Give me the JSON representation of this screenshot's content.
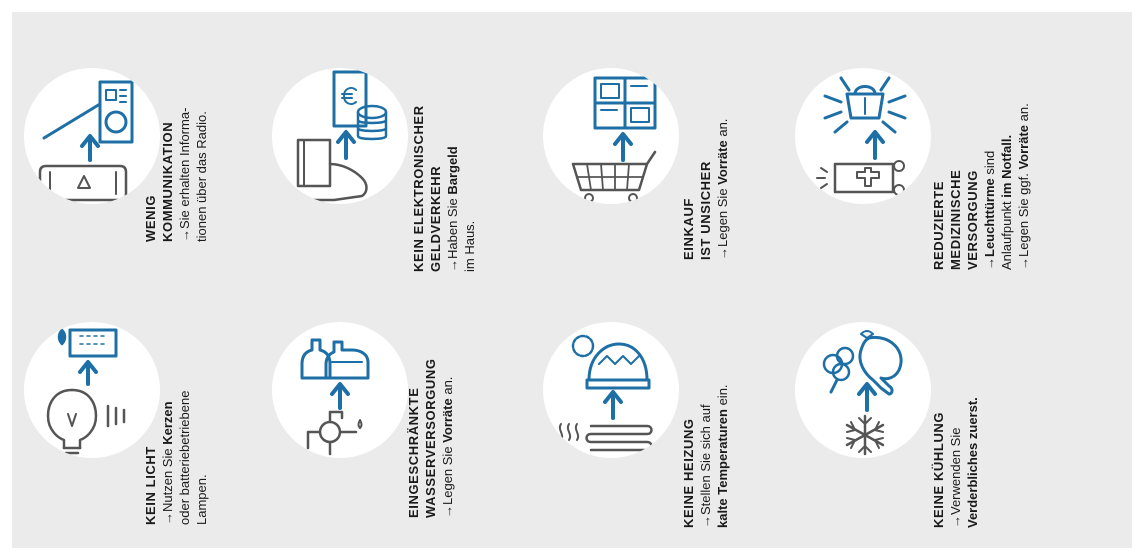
{
  "colors": {
    "background": "#ebebeb",
    "circle": "#ffffff",
    "icon_accent": "#1e6fa6",
    "icon_line": "#555555",
    "text": "#1a1a1a"
  },
  "arrow": "→",
  "items": [
    {
      "icon": "lightbulb-candle-icon",
      "title": "KEIN LICHT",
      "l1_a": "Nutzen Sie ",
      "l1_b": "Kerzen",
      "l1_c": "",
      "l2_a": "oder batteriebetriebene",
      "l2_b": "",
      "l2_c": "",
      "l3_a": "Lampen.",
      "l3_b": "",
      "l3_c": ""
    },
    {
      "icon": "water-pump-bottles-icon",
      "title": "EINGESCHRÄNKTE",
      "title2": "WASSERVERSORGUNG",
      "l1_a": "Legen Sie ",
      "l1_b": "Vorräte",
      "l1_c": " an."
    },
    {
      "icon": "heater-hat-icon",
      "title": "KEINE HEIZUNG",
      "l1_a": "Stellen Sie sich auf",
      "l1_b": "",
      "l1_c": "",
      "l2_a": "",
      "l2_b": "kalte Temperaturen",
      "l2_c": " ein."
    },
    {
      "icon": "snowflake-food-icon",
      "title": "KEINE KÜHLUNG",
      "l1_a": "Verwenden Sie",
      "l1_b": "",
      "l1_c": "",
      "l2_a": "",
      "l2_b": "Verderbliches zuerst.",
      "l2_c": ""
    },
    {
      "icon": "phone-radio-icon",
      "title": "WENIG",
      "title2": "KOMMUNIKATION",
      "l1_a": "Sie erhalten Informa-",
      "l1_b": "",
      "l1_c": "",
      "l2_a": "tionen über das Radio.",
      "l2_b": "",
      "l2_c": ""
    },
    {
      "icon": "card-cash-icon",
      "title": "KEIN ELEKTRONISCHER",
      "title2": "GELDVERKEHR",
      "l1_a": "Haben Sie ",
      "l1_b": "Bargeld",
      "l1_c": "",
      "l2_a": "im Haus.",
      "l2_b": "",
      "l2_c": ""
    },
    {
      "icon": "cart-shelves-icon",
      "title": "EINKAUF",
      "title2": "IST UNSICHER",
      "l1_a": "Legen Sie ",
      "l1_b": "Vorräte",
      "l1_c": " an."
    },
    {
      "icon": "lighthouse-ambulance-icon",
      "title": "REDUZIERTE",
      "title2": "MEDIZINISCHE",
      "title3": "VERSORGUNG",
      "l1_a": "",
      "l1_b": "Leuchttürme",
      "l1_c": " sind",
      "l2_a": "Anlaufpunkt ",
      "l2_b": "im Notfall.",
      "l2_c": "",
      "l3_a": "Legen Sie ggf. ",
      "l3_b": "Vorräte",
      "l3_c": " an."
    }
  ]
}
